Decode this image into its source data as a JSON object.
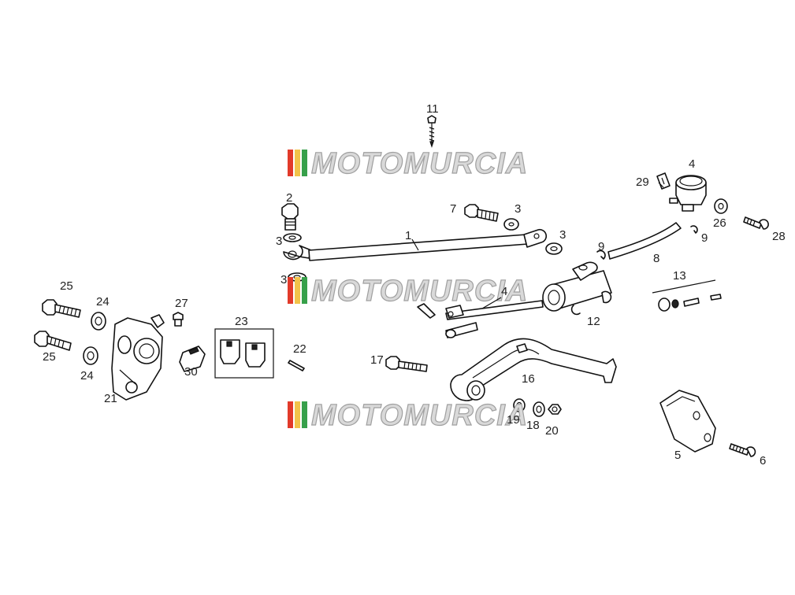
{
  "watermark": {
    "text": "MOTOMURCIA",
    "stripe_colors": [
      "#e23a2a",
      "#f2c34a",
      "#37a04a"
    ]
  },
  "callouts": {
    "c1": "1",
    "c2": "2",
    "c3a": "3",
    "c3b": "3",
    "c3c": "3",
    "c3d": "3",
    "c4": "4",
    "c4b": "4",
    "c5": "5",
    "c6": "6",
    "c7": "7",
    "c8": "8",
    "c9a": "9",
    "c9b": "9",
    "c11": "11",
    "c12": "12",
    "c13": "13",
    "c16": "16",
    "c17": "17",
    "c18": "18",
    "c19": "19",
    "c20": "20",
    "c21": "21",
    "c22": "22",
    "c23": "23",
    "c24a": "24",
    "c24b": "24",
    "c25a": "25",
    "c25b": "25",
    "c26": "26",
    "c27": "27",
    "c28": "28",
    "c29": "29",
    "c30": "30"
  }
}
